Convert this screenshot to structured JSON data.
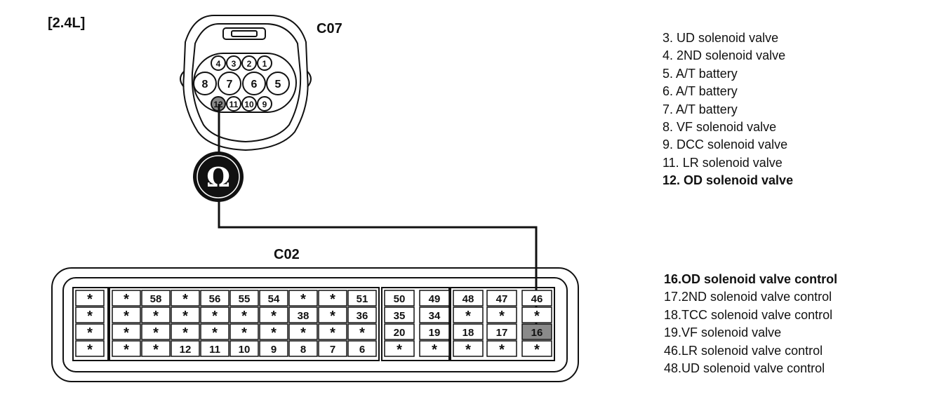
{
  "variant_label": "[2.4L]",
  "connector_c07": {
    "label": "C07",
    "pins_top": [
      "4",
      "3",
      "2",
      "1"
    ],
    "pins_middle": [
      "8",
      "7",
      "6",
      "5"
    ],
    "pins_bottom": [
      "12",
      "11",
      "10",
      "9"
    ],
    "highlighted_pin": "12"
  },
  "connector_c02": {
    "label": "C02",
    "rows": [
      [
        "*",
        "*",
        "58",
        "*",
        "56",
        "55",
        "54",
        "*",
        "*",
        "51",
        "50",
        "49",
        "48",
        "47",
        "46"
      ],
      [
        "*",
        "*",
        "*",
        "*",
        "*",
        "*",
        "*",
        "38",
        "*",
        "36",
        "35",
        "34",
        "*",
        "*",
        "*"
      ],
      [
        "*",
        "*",
        "*",
        "*",
        "*",
        "*",
        "*",
        "*",
        "*",
        "*",
        "20",
        "19",
        "18",
        "17",
        "16"
      ],
      [
        "*",
        "*",
        "*",
        "12",
        "11",
        "10",
        "9",
        "8",
        "7",
        "6",
        "*",
        "*",
        "*",
        "*",
        "*"
      ]
    ],
    "highlighted_pin": "16"
  },
  "meter_symbol": "Ω",
  "legend_c07": [
    {
      "text": "3. UD solenoid valve",
      "bold": false
    },
    {
      "text": "4. 2ND solenoid valve",
      "bold": false
    },
    {
      "text": "5. A/T battery",
      "bold": false
    },
    {
      "text": "6. A/T battery",
      "bold": false
    },
    {
      "text": "7. A/T battery",
      "bold": false
    },
    {
      "text": "8. VF solenoid valve",
      "bold": false
    },
    {
      "text": "9. DCC solenoid valve",
      "bold": false
    },
    {
      "text": "11. LR solenoid valve",
      "bold": false
    },
    {
      "text": "12. OD solenoid valve",
      "bold": true
    }
  ],
  "legend_c02": [
    {
      "text": "16.OD solenoid valve control",
      "bold": true
    },
    {
      "text": "17.2ND solenoid valve control",
      "bold": false
    },
    {
      "text": "18.TCC solenoid valve control",
      "bold": false
    },
    {
      "text": "19.VF solenoid valve",
      "bold": false
    },
    {
      "text": "46.LR solenoid valve control",
      "bold": false
    },
    {
      "text": "48.UD solenoid valve control",
      "bold": false
    }
  ],
  "colors": {
    "line": "#111111",
    "highlight": "#8a8a8a",
    "meter": "#111111"
  }
}
